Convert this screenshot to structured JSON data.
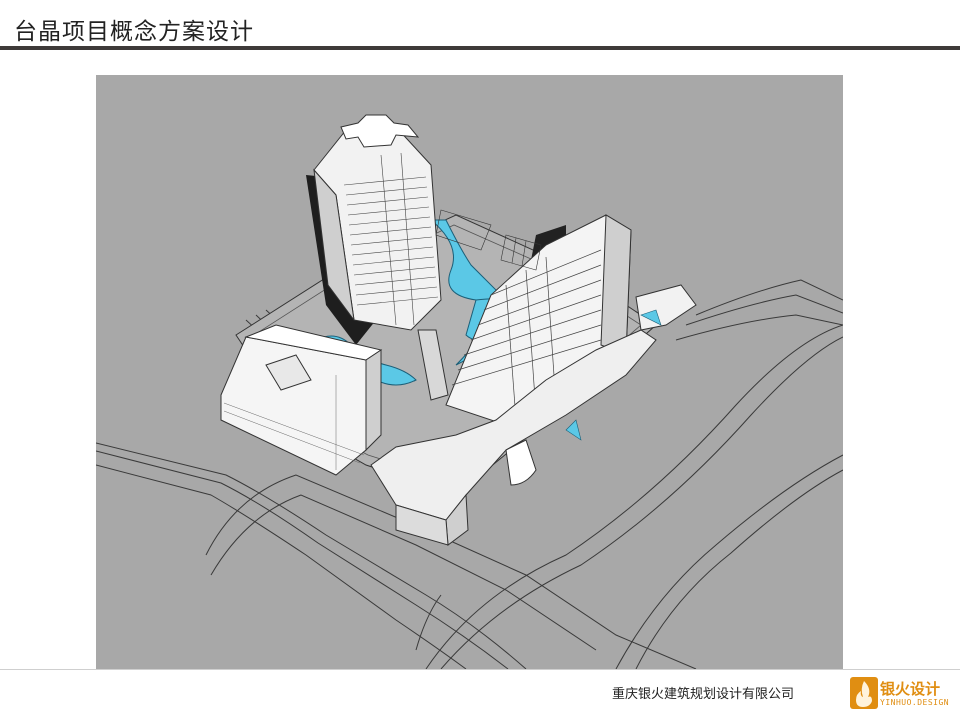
{
  "slide": {
    "title": "台晶项目概念方案设计"
  },
  "footer": {
    "company": "重庆银火建筑规划设计有限公司",
    "logo_text": "银火设计",
    "logo_subtext": "YINHUO.DESIGN"
  },
  "colors": {
    "title_rule": "#3e3a39",
    "render_background": "#a8a8a8",
    "water": "#5bc8e6",
    "logo": "#e08e12"
  },
  "render": {
    "icon": "architectural-aerial-render-icon"
  }
}
